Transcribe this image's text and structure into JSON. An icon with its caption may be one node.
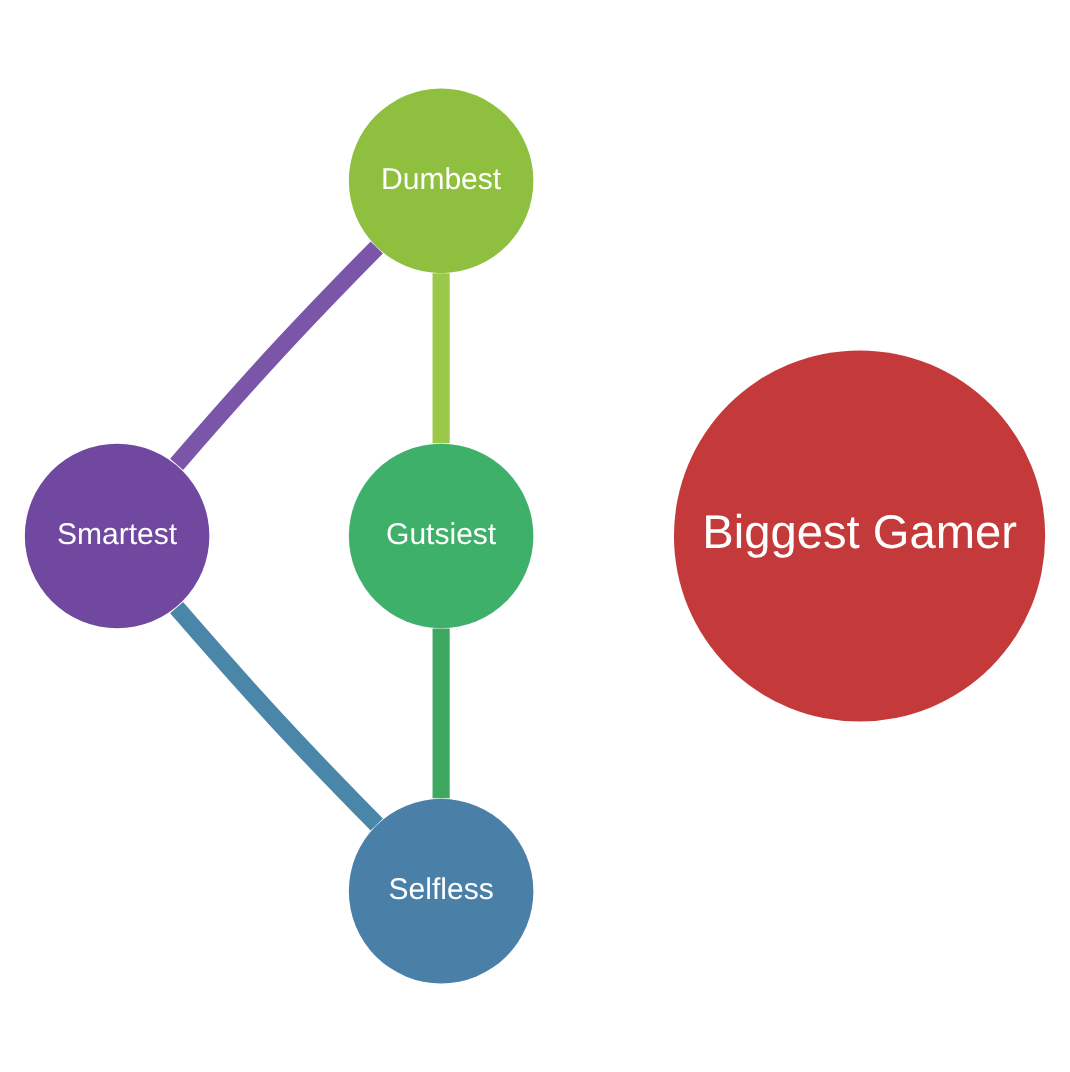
{
  "diagram": {
    "nodes": [
      {
        "text": [
          "Biggest Gamer"
        ]
      },
      {
        "text": [
          "Dumbest"
        ]
      },
      {
        "text": [
          "Gutsiest"
        ]
      },
      {
        "text": [
          "Selfless"
        ]
      },
      {
        "text": [
          "Smartest"
        ]
      }
    ],
    "edges": [
      {
        "from": 1,
        "to": 2,
        "arrow": "none",
        "color": "#9cc84a"
      },
      {
        "from": 2,
        "to": 3,
        "arrow": "none",
        "color": "#3fa860"
      },
      {
        "from": 3,
        "to": 4,
        "arrow": "none",
        "color": "#4a86a8"
      },
      {
        "from": 4,
        "to": 1,
        "arrow": "none",
        "color": "#7a55a8"
      }
    ]
  }
}
